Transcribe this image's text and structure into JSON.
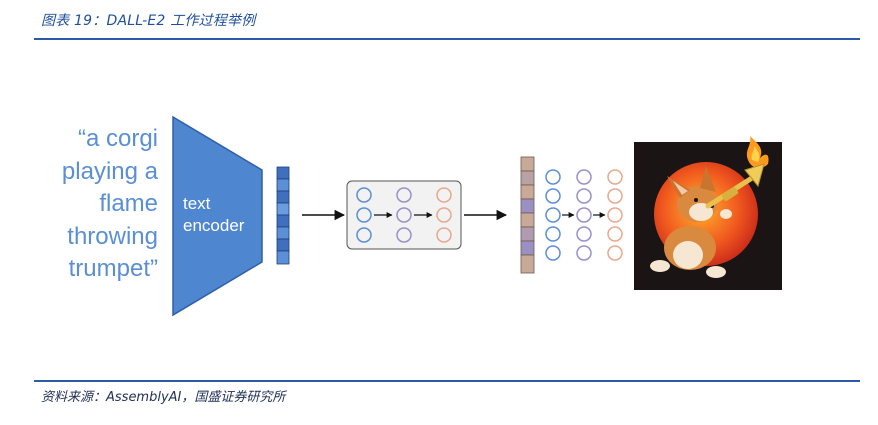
{
  "header": {
    "title": "图表 19：DALL-E2 工作过程举例"
  },
  "diagram": {
    "prompt_lines": [
      "“a corgi",
      "playing a",
      "flame",
      "throwing",
      "trumpet”"
    ],
    "encoder_label_lines": [
      "text",
      "encoder"
    ],
    "colors": {
      "prompt_text": "#5a8fd6",
      "encoder_fill": "#4f86d0",
      "embedding_cells": "#4a78c8",
      "prior_box": "#f2f2f2",
      "node_blue": "#5b8fd8",
      "node_purple": "#9b8fc9",
      "node_peach": "#e8a98d",
      "latent_cells_tan": "#c9a997",
      "latent_cells_purple": "#9c8fc2"
    },
    "icons": [
      "arrow-icon",
      "neural-node-icon",
      "corgi-trumpet-image"
    ]
  },
  "footer": {
    "source": "资料来源：AssemblyAI，国盛证券研究所"
  }
}
